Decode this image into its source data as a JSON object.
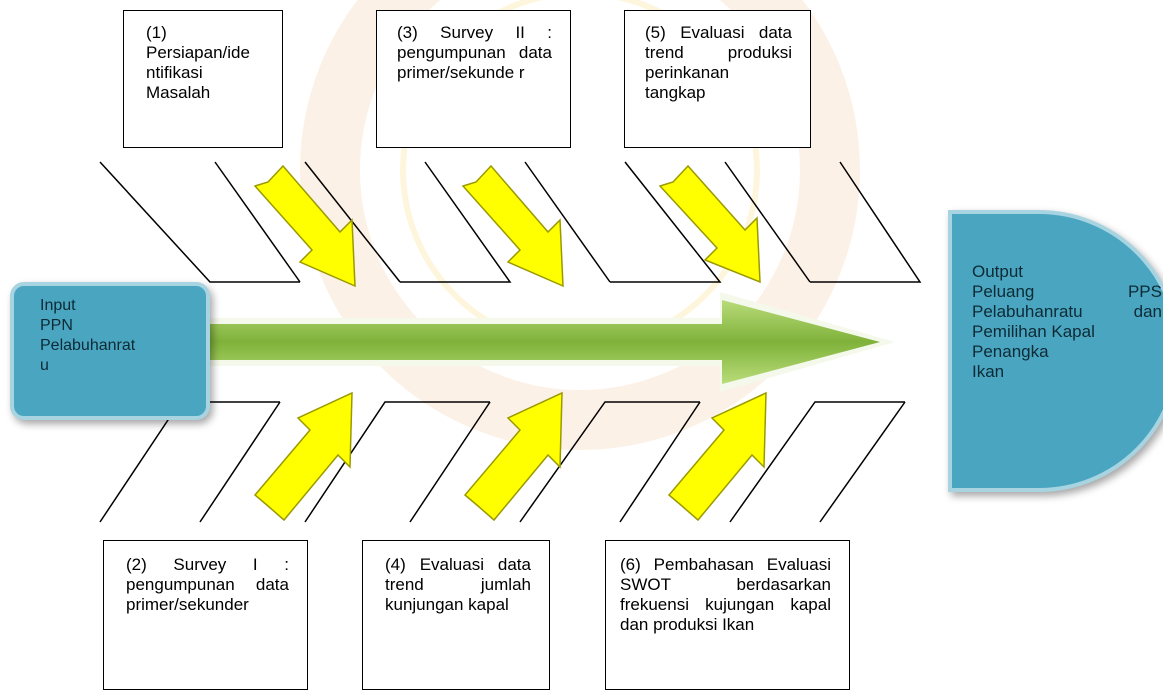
{
  "diagram": {
    "input": {
      "text": "Input\nPPN\nPelabuhanrat\nu"
    },
    "output": {
      "text": "Output\nPeluang PPS Pelabuhanratu dan Pemilihan Kapal\nPenangka\nIkan"
    },
    "steps": [
      {
        "id": "1",
        "text": "(1)\nPersiapan/ide\nntifikasi\nMasalah"
      },
      {
        "id": "2",
        "text": "(2) Survey I : pengumpunan data primer/sekunder"
      },
      {
        "id": "3",
        "text": "(3) Survey II : pengumpunan data primer/sekunde r"
      },
      {
        "id": "4",
        "text": "(4) Evaluasi data trend jumlah kunjungan kapal"
      },
      {
        "id": "5",
        "text": "(5) Evaluasi data trend produksi perinkanan tangkap"
      },
      {
        "id": "6",
        "text": "(6) Pembahasan Evaluasi SWOT berdasarkan frekuensi kujungan kapal dan produksi Ikan"
      }
    ]
  },
  "colors": {
    "arrow_fill": "#ffff00",
    "arrow_stroke": "#9a9a00",
    "main_arrow": "#8cc63f",
    "box_fill": "#4aa6c0"
  }
}
